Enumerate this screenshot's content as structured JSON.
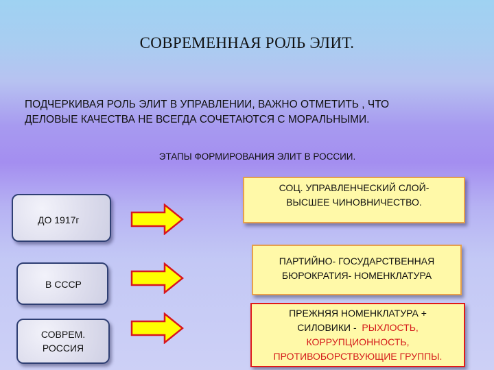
{
  "title": "СОВРЕМЕННАЯ РОЛЬ  ЭЛИТ.",
  "intro": {
    "line1": "ПОДЧЕРКИВАЯ РОЛЬ ЭЛИТ В УПРАВЛЕНИИ, ВАЖНО ОТМЕТИТЬ , ЧТО",
    "line2": "ДЕЛОВЫЕ КАЧЕСТВА  НЕ ВСЕГДА  СОЧЕТАЮТСЯ С МОРАЛЬНЫМИ."
  },
  "subheading": "ЭТАПЫ ФОРМИРОВАНИЯ  ЭЛИТ  В РОССИИ.",
  "stages": [
    {
      "label": "ДО  1917г"
    },
    {
      "label": "В СССР"
    },
    {
      "label_line1": "СОВРЕМ.",
      "label_line2": "РОССИЯ"
    }
  ],
  "results": [
    {
      "line1": "СОЦ. УПРАВЛЕНЧЕСКИЙ  СЛОЙ-",
      "line2": "ВЫСШЕЕ ЧИНОВНИЧЕСТВО."
    },
    {
      "line1": "ПАРТИЙНО- ГОСУДАРСТВЕННАЯ",
      "line2": "БЮРОКРАТИЯ-  НОМЕНКЛАТУРА"
    },
    {
      "line1": "ПРЕЖНЯЯ  НОМЕНКЛАТУРА +",
      "line2_black": "СИЛОВИКИ -",
      "line2_red": "  РЫХЛОСТЬ,",
      "line3": "КОРРУПЦИОННОСТЬ,",
      "line4": "ПРОТИВОБОРСТВУЮЩИЕ ГРУППЫ."
    }
  ],
  "colors": {
    "arrow_fill": "#ffff00",
    "arrow_stroke": "#d8151f",
    "result_fill": "#fff9a8",
    "highlight_text": "#d41a1a"
  },
  "icons": [
    "right-arrow-icon"
  ]
}
